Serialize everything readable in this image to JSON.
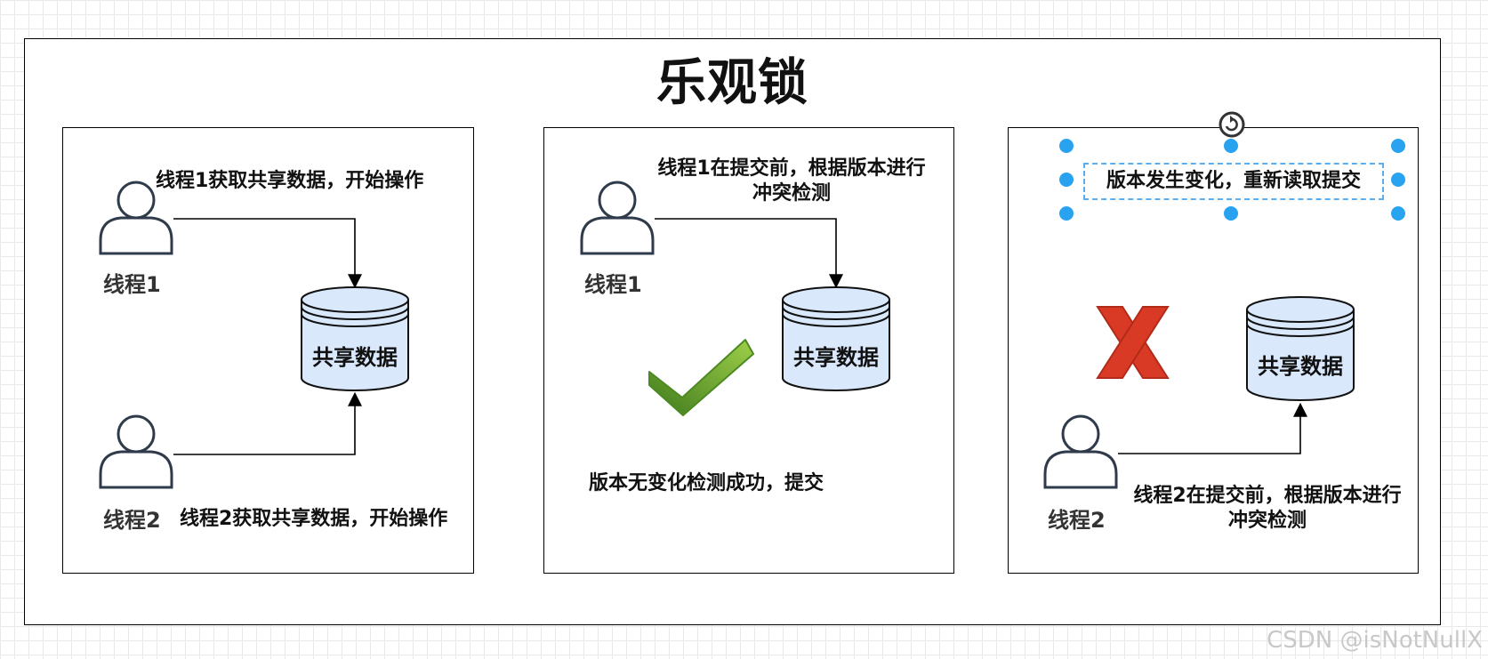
{
  "title": "乐观锁",
  "shared_data_label": "共享数据",
  "panel1": {
    "thread1_label": "线程1",
    "thread2_label": "线程2",
    "caption_top": "线程1获取共享数据，开始操作",
    "caption_bottom": "线程2获取共享数据，开始操作"
  },
  "panel2": {
    "thread1_label": "线程1",
    "caption_top_line1": "线程1在提交前，根据版本进行",
    "caption_top_line2": "冲突检测",
    "result_caption": "版本无变化检测成功，提交",
    "result_icon": "checkmark-icon"
  },
  "panel3": {
    "thread2_label": "线程2",
    "selected_caption": "版本发生变化，重新读取提交",
    "caption_bottom_line1": "线程2在提交前，根据版本进行",
    "caption_bottom_line2": "冲突检测",
    "result_icon": "cross-icon"
  },
  "watermark": "CSDN @isNotNullX",
  "colors": {
    "db_fill": "#dae8fc",
    "selection": "#29a3f0",
    "check_green": "#6aa529",
    "cross_red": "#d93a25"
  }
}
